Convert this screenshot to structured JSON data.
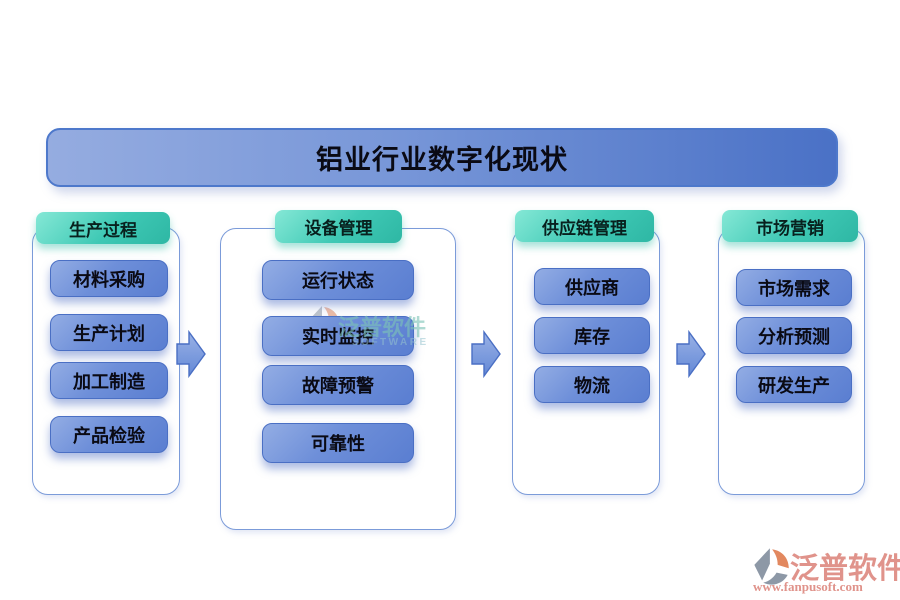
{
  "title": "铝业行业数字化现状",
  "columns": [
    {
      "header": "生产过程",
      "items": [
        "材料采购",
        "生产计划",
        "加工制造",
        "产品检验"
      ]
    },
    {
      "header": "设备管理",
      "items": [
        "运行状态",
        "实时监控",
        "故障预警",
        "可靠性"
      ]
    },
    {
      "header": "供应链管理",
      "items": [
        "供应商",
        "库存",
        "物流"
      ]
    },
    {
      "header": "市场营销",
      "items": [
        "市场需求",
        "分析预测",
        "研发生产"
      ]
    }
  ],
  "watermark": {
    "brand": "泛普软件",
    "brand_sub": "SOFTWARE",
    "url": "www.fanpusoft.com"
  },
  "colors": {
    "title_gradient_start": "#95ACE0",
    "title_gradient_end": "#4A71C6",
    "title_border": "#4D78CB",
    "header_teal_light": "#85E8D6",
    "header_teal_dark": "#2EB7A4",
    "button_blue_light": "#93ADE4",
    "button_blue_dark": "#5A7ED1",
    "button_border": "#4A6FC4",
    "panel_border": "#7B9BD9",
    "arrow_fill": "#7C9CE2",
    "brand_salmon": "#E0938B",
    "logo_orange": "#E2885F",
    "logo_gray": "#8D98A6"
  }
}
